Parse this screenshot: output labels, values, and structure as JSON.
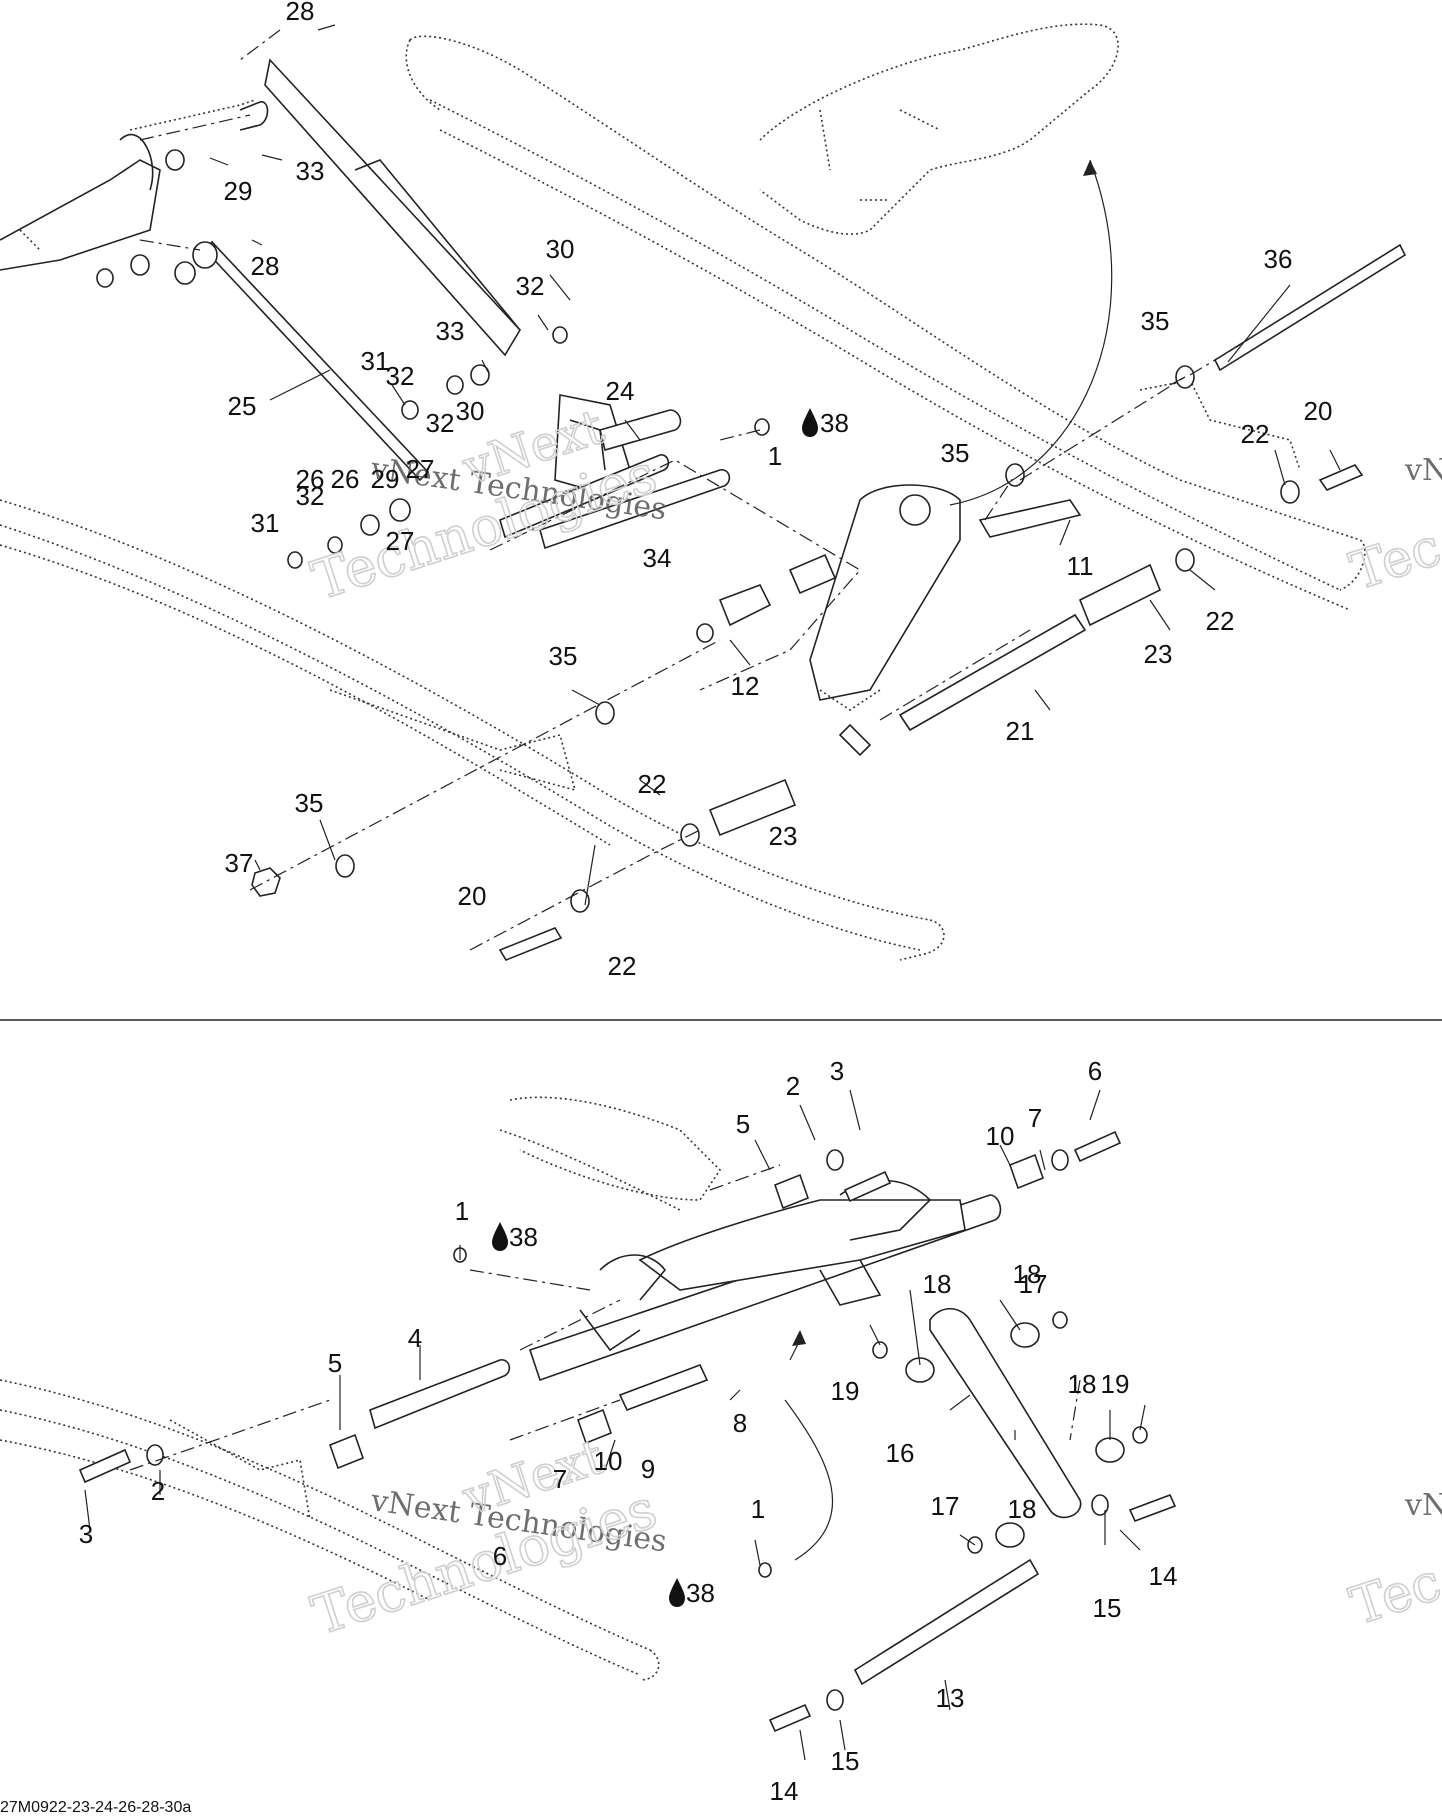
{
  "diagram_code": "27M0922-23-24-26-28-30a",
  "watermark": {
    "line1": "vNext Technologies",
    "line2": "vNext",
    "line3": "Technologies",
    "edge1": "vN",
    "edge2": "Tec"
  },
  "lubricant_ref": "38",
  "top_callouts": [
    "28",
    "33",
    "29",
    "28",
    "30",
    "32",
    "33",
    "31",
    "32",
    "27",
    "26",
    "29",
    "25",
    "24",
    "38",
    "1",
    "30",
    "32",
    "26",
    "32",
    "31",
    "27",
    "34",
    "35",
    "36",
    "35",
    "20",
    "22",
    "11",
    "22",
    "23",
    "21",
    "12",
    "35",
    "22",
    "23",
    "35",
    "37",
    "20",
    "22"
  ],
  "bottom_callouts": [
    "3",
    "2",
    "5",
    "6",
    "7",
    "10",
    "1",
    "38",
    "4",
    "5",
    "10",
    "9",
    "8",
    "7",
    "6",
    "19",
    "18",
    "18",
    "17",
    "16",
    "18",
    "19",
    "17",
    "18",
    "1",
    "38",
    "14",
    "15",
    "13",
    "3",
    "2",
    "14",
    "15"
  ],
  "colors": {
    "ink": "#222222",
    "watermark": "#cfcfcf"
  }
}
